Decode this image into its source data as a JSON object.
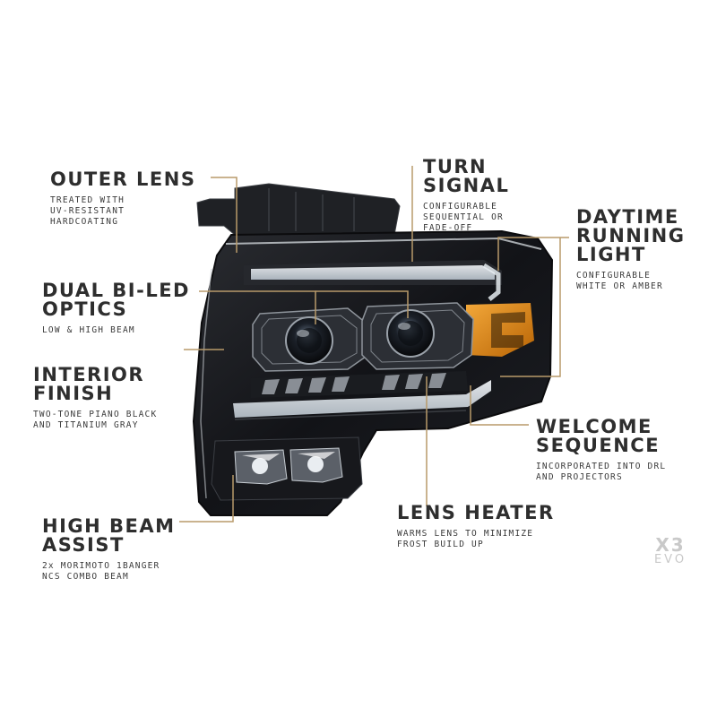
{
  "callouts": {
    "outer_lens": {
      "title": "OUTER LENS",
      "desc": "TREATED WITH\nUV-RESISTANT\nHARDCOATING"
    },
    "turn_signal": {
      "title": "TURN\nSIGNAL",
      "desc": "CONFIGURABLE\nSEQUENTIAL OR\nFADE-OFF"
    },
    "daytime_running_light": {
      "title": "DAYTIME\nRUNNING\nLIGHT",
      "desc": "CONFIGURABLE\nWHITE OR AMBER"
    },
    "dual_bi_led_optics": {
      "title": "DUAL BI-LED\nOPTICS",
      "desc": "LOW & HIGH BEAM"
    },
    "interior_finish": {
      "title": "INTERIOR\nFINISH",
      "desc": "TWO-TONE PIANO BLACK\nAND TITANIUM GRAY"
    },
    "welcome_sequence": {
      "title": "WELCOME\nSEQUENCE",
      "desc": "INCORPORATED INTO DRL\nAND PROJECTORS"
    },
    "lens_heater": {
      "title": "LENS HEATER",
      "desc": "WARMS LENS TO MINIMIZE\nFROST BUILD UP"
    },
    "high_beam_assist": {
      "title": "HIGH BEAM\nASSIST",
      "desc": "2x MORIMOTO 1BANGER\nNCS COMBO BEAM"
    }
  },
  "brand": {
    "model": "X3",
    "edition": "EVO"
  },
  "colors": {
    "leader": "#b89a6a",
    "housing": "#141518",
    "amber": "#e08a12",
    "drl": "#dfe6ec",
    "text": "#2e2e2e"
  },
  "icons": {
    "product": "headlight-illustration"
  }
}
